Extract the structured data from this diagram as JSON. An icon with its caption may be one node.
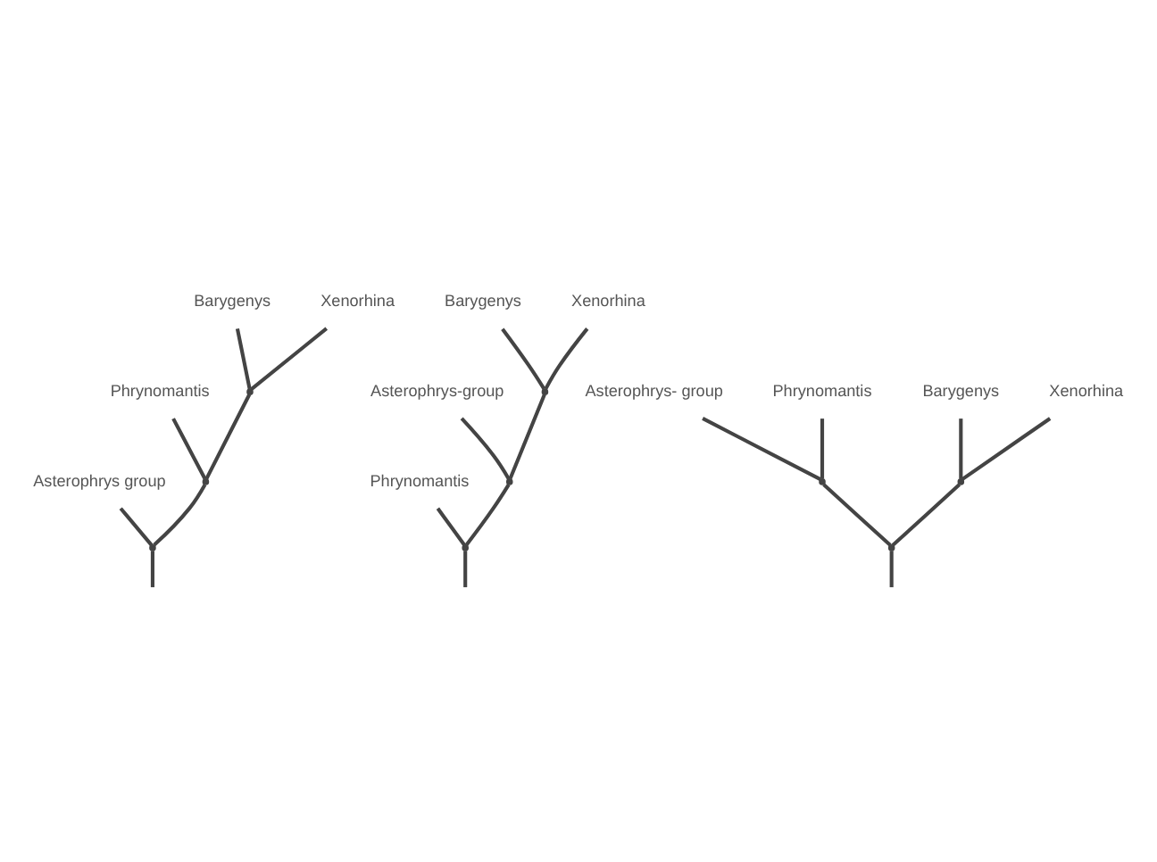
{
  "diagram": {
    "nodes": [
      {
        "text": [
          "Barygenys"
        ]
      },
      {
        "text": [
          "Xenorhina"
        ]
      },
      {
        "text": [
          "Phrynomantis"
        ]
      },
      {
        "text": [
          "Asterophrys group"
        ]
      },
      {
        "text": [],
        "shape": "point"
      },
      {
        "text": [],
        "shape": "point"
      },
      {
        "text": [],
        "shape": "point"
      },
      {
        "text": [
          "Barygenys"
        ]
      },
      {
        "text": [
          "Xenorhina"
        ]
      },
      {
        "text": [
          "Asterophrys-group"
        ]
      },
      {
        "text": [
          "Phrynomantis"
        ]
      },
      {
        "text": [],
        "shape": "point"
      },
      {
        "text": [],
        "shape": "point"
      },
      {
        "text": [],
        "shape": "point"
      },
      {
        "text": [
          "Asterophrys- group"
        ]
      },
      {
        "text": [
          "Phrynomantis"
        ]
      },
      {
        "text": [
          "Barygenys"
        ]
      },
      {
        "text": [
          "Xenorhina"
        ]
      },
      {
        "text": [],
        "shape": "point"
      },
      {
        "text": [],
        "shape": "point"
      },
      {
        "text": [],
        "shape": "point"
      }
    ],
    "edges": [
      {
        "from": null,
        "to": 6,
        "arrow": "none"
      },
      {
        "from": 6,
        "to": 3,
        "arrow": "none"
      },
      {
        "from": 6,
        "to": 5,
        "arrow": "none"
      },
      {
        "from": 5,
        "to": 2,
        "arrow": "none"
      },
      {
        "from": 5,
        "to": 4,
        "arrow": "none"
      },
      {
        "from": 4,
        "to": 0,
        "arrow": "none"
      },
      {
        "from": 4,
        "to": 1,
        "arrow": "none"
      },
      {
        "from": null,
        "to": 13,
        "arrow": "none"
      },
      {
        "from": 13,
        "to": 10,
        "arrow": "none"
      },
      {
        "from": 13,
        "to": 12,
        "arrow": "none"
      },
      {
        "from": 12,
        "to": 9,
        "arrow": "none"
      },
      {
        "from": 12,
        "to": 11,
        "arrow": "none"
      },
      {
        "from": 11,
        "to": 7,
        "arrow": "none"
      },
      {
        "from": 11,
        "to": 8,
        "arrow": "none"
      },
      {
        "from": null,
        "to": 20,
        "arrow": "none"
      },
      {
        "from": 20,
        "to": 18,
        "arrow": "none"
      },
      {
        "from": 20,
        "to": 19,
        "arrow": "none"
      },
      {
        "from": 18,
        "to": 14,
        "arrow": "none"
      },
      {
        "from": 18,
        "to": 15,
        "arrow": "none"
      },
      {
        "from": 19,
        "to": 16,
        "arrow": "none"
      },
      {
        "from": 19,
        "to": 17,
        "arrow": "none"
      }
    ]
  }
}
